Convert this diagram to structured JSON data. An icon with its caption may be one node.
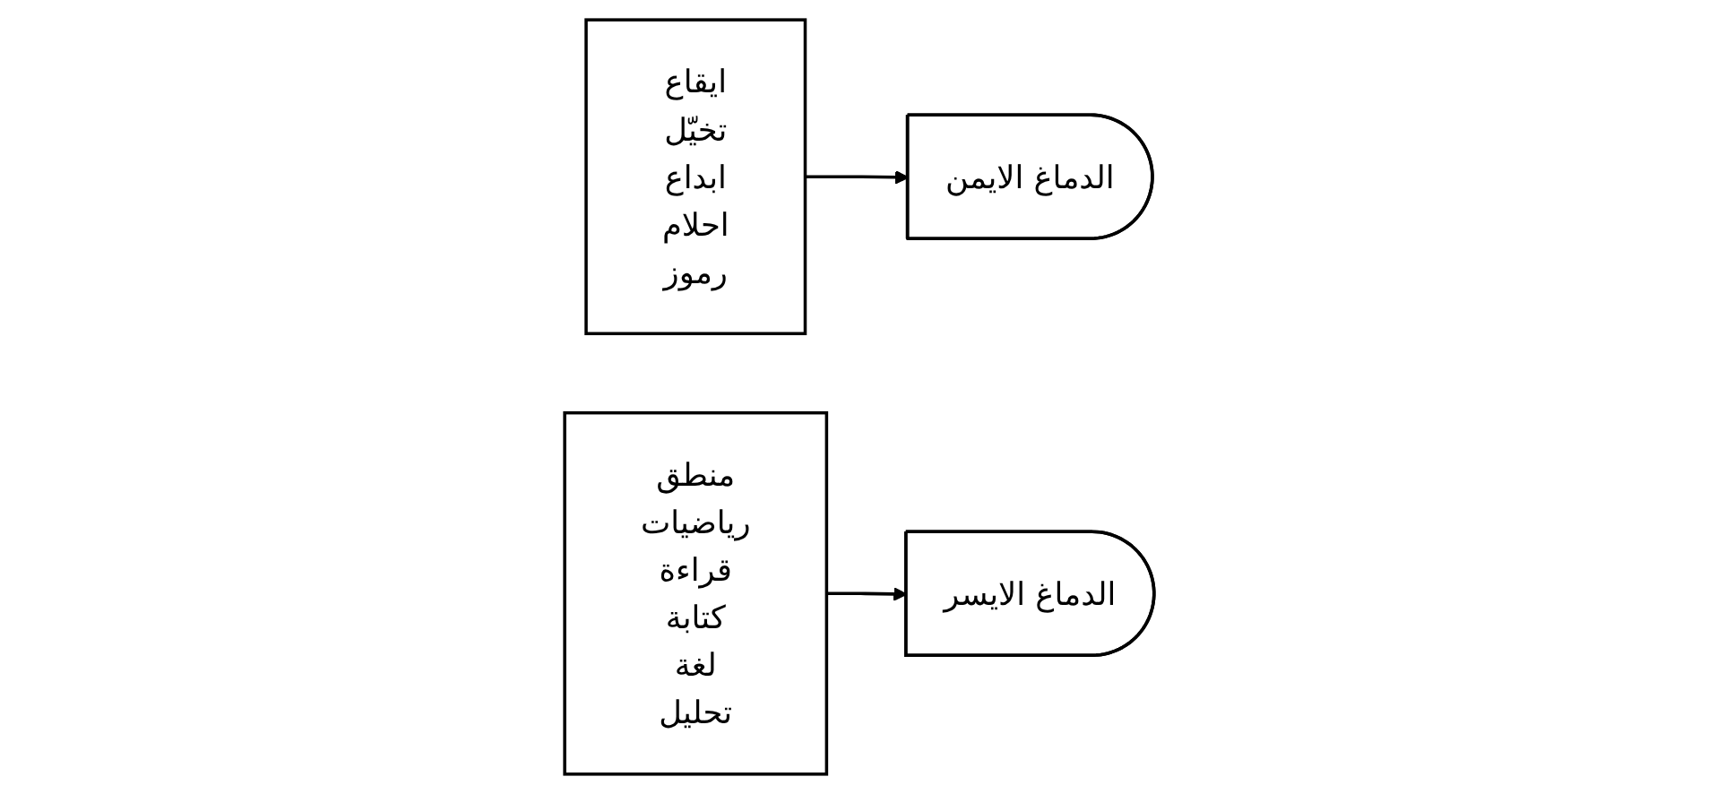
{
  "diagram": {
    "nodes": [
      {
        "text": [
          "ايقاع",
          "تخيّل",
          "ابداع",
          "احلام",
          "رموز"
        ]
      },
      {
        "text": [
          "الدماغ الايمن"
        ]
      },
      {
        "text": [
          "الدماغ الايسر"
        ]
      },
      {
        "text": [
          "منطق",
          "رياضيات",
          "قراءة",
          "كتابة",
          "لغة",
          "تحليل"
        ]
      }
    ],
    "edges": [
      {
        "from": 0,
        "to": 1,
        "arrow": "to"
      },
      {
        "from": 3,
        "to": 2,
        "arrow": "to"
      }
    ]
  }
}
